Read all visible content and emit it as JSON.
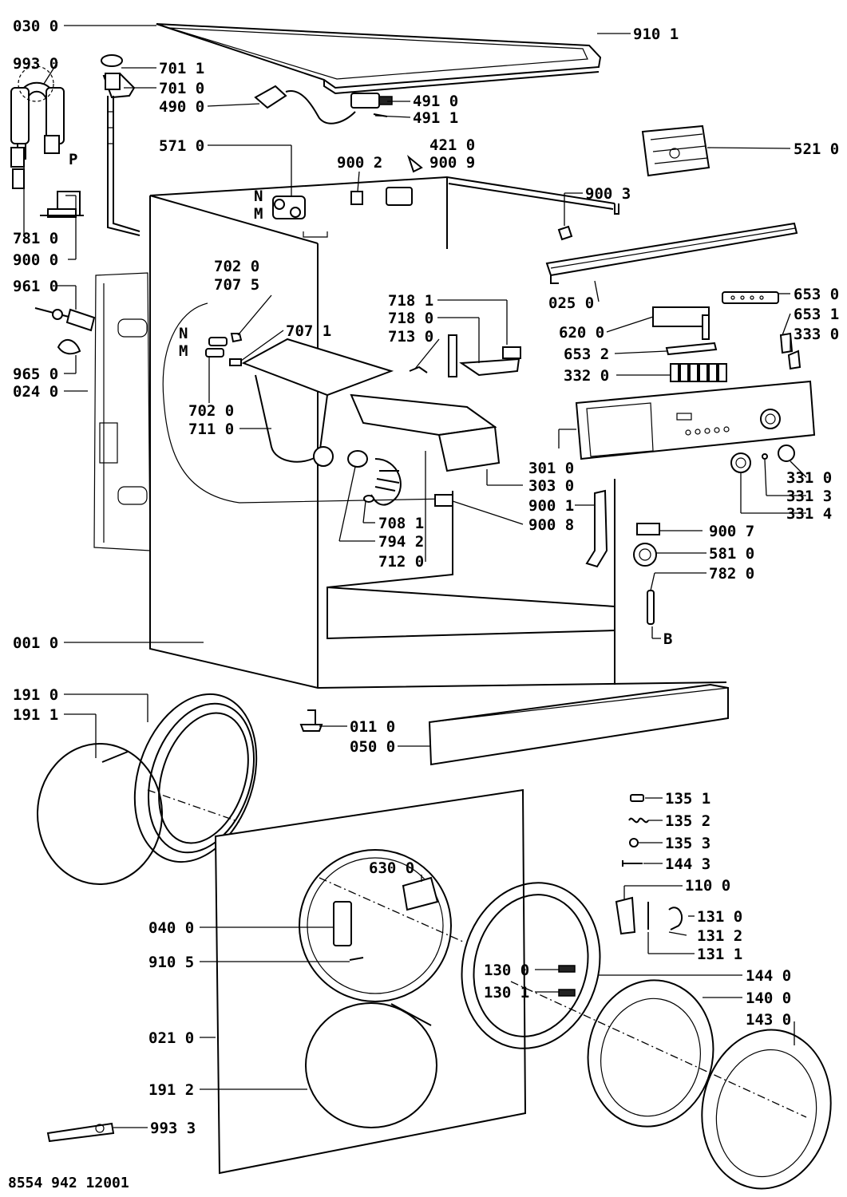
{
  "footer_code": "8554 942 12001",
  "letter_markers": {
    "N_valve": "N",
    "M_valve": "M",
    "N_dispenser": "N",
    "M_dispenser": "M",
    "P": "P",
    "B": "B"
  },
  "callouts": [
    {
      "id": "030-0",
      "label": "030 0"
    },
    {
      "id": "910-1",
      "label": "910 1"
    },
    {
      "id": "993-0",
      "label": "993 0"
    },
    {
      "id": "701-1",
      "label": "701 1"
    },
    {
      "id": "701-0",
      "label": "701 0"
    },
    {
      "id": "490-0",
      "label": "490 0"
    },
    {
      "id": "491-0",
      "label": "491 0"
    },
    {
      "id": "491-1",
      "label": "491 1"
    },
    {
      "id": "571-0",
      "label": "571 0"
    },
    {
      "id": "421-0",
      "label": "421 0"
    },
    {
      "id": "900-2",
      "label": "900 2"
    },
    {
      "id": "900-9",
      "label": "900 9"
    },
    {
      "id": "521-0",
      "label": "521 0"
    },
    {
      "id": "900-3",
      "label": "900 3"
    },
    {
      "id": "781-0",
      "label": "781 0"
    },
    {
      "id": "900-0",
      "label": "900 0"
    },
    {
      "id": "025-0",
      "label": "025 0"
    },
    {
      "id": "702-0a",
      "label": "702 0"
    },
    {
      "id": "707-5",
      "label": "707 5"
    },
    {
      "id": "961-0",
      "label": "961 0"
    },
    {
      "id": "707-1",
      "label": "707 1"
    },
    {
      "id": "718-1",
      "label": "718 1"
    },
    {
      "id": "718-0",
      "label": "718 0"
    },
    {
      "id": "713-0",
      "label": "713 0"
    },
    {
      "id": "653-0",
      "label": "653 0"
    },
    {
      "id": "653-1",
      "label": "653 1"
    },
    {
      "id": "333-0",
      "label": "333 0"
    },
    {
      "id": "620-0",
      "label": "620 0"
    },
    {
      "id": "653-2",
      "label": "653 2"
    },
    {
      "id": "332-0",
      "label": "332 0"
    },
    {
      "id": "965-0",
      "label": "965 0"
    },
    {
      "id": "024-0",
      "label": "024 0"
    },
    {
      "id": "702-0b",
      "label": "702 0"
    },
    {
      "id": "711-0",
      "label": "711 0"
    },
    {
      "id": "301-0",
      "label": "301 0"
    },
    {
      "id": "303-0",
      "label": "303 0"
    },
    {
      "id": "900-1",
      "label": "900 1"
    },
    {
      "id": "900-8",
      "label": "900 8"
    },
    {
      "id": "331-0",
      "label": "331 0"
    },
    {
      "id": "331-3",
      "label": "331 3"
    },
    {
      "id": "331-4",
      "label": "331 4"
    },
    {
      "id": "708-1",
      "label": "708 1"
    },
    {
      "id": "794-2",
      "label": "794 2"
    },
    {
      "id": "712-0",
      "label": "712 0"
    },
    {
      "id": "900-7",
      "label": "900 7"
    },
    {
      "id": "581-0",
      "label": "581 0"
    },
    {
      "id": "782-0",
      "label": "782 0"
    },
    {
      "id": "001-0",
      "label": "001 0"
    },
    {
      "id": "191-0",
      "label": "191 0"
    },
    {
      "id": "191-1",
      "label": "191 1"
    },
    {
      "id": "011-0",
      "label": "011 0"
    },
    {
      "id": "050-0",
      "label": "050 0"
    },
    {
      "id": "135-1",
      "label": "135 1"
    },
    {
      "id": "135-2",
      "label": "135 2"
    },
    {
      "id": "135-3",
      "label": "135 3"
    },
    {
      "id": "144-3",
      "label": "144 3"
    },
    {
      "id": "110-0",
      "label": "110 0"
    },
    {
      "id": "630-0",
      "label": "630 0"
    },
    {
      "id": "131-0",
      "label": "131 0"
    },
    {
      "id": "131-2",
      "label": "131 2"
    },
    {
      "id": "131-1",
      "label": "131 1"
    },
    {
      "id": "040-0",
      "label": "040 0"
    },
    {
      "id": "910-5",
      "label": "910 5"
    },
    {
      "id": "130-0",
      "label": "130 0"
    },
    {
      "id": "144-0",
      "label": "144 0"
    },
    {
      "id": "130-1",
      "label": "130 1"
    },
    {
      "id": "140-0",
      "label": "140 0"
    },
    {
      "id": "143-0",
      "label": "143 0"
    },
    {
      "id": "021-0",
      "label": "021 0"
    },
    {
      "id": "191-2",
      "label": "191 2"
    },
    {
      "id": "993-3",
      "label": "993 3"
    }
  ]
}
